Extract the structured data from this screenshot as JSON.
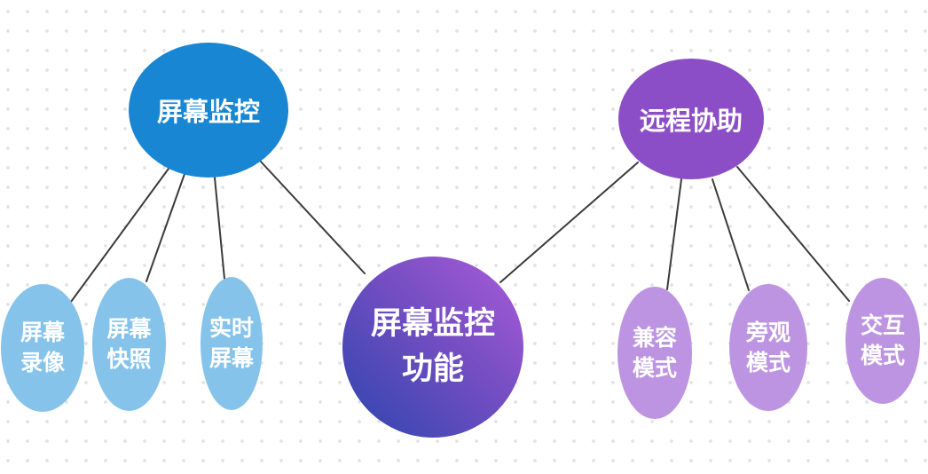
{
  "palette": {
    "branch_left": "#1886d2",
    "branch_left_child": "#85c3eb",
    "branch_right": "#8c4ec6",
    "branch_right_child": "#bd94e2",
    "center_gradient_from": "#2c45ae",
    "center_gradient_to": "#a55ad8",
    "connector_line": "#3b3b3b",
    "background_dot": "#e1e1e5",
    "node_text": "#ffffff"
  },
  "diagram": {
    "type": "mind-map",
    "center_topic": "屏幕监控功能",
    "branches": [
      {
        "topic": "屏幕监控",
        "children": [
          "屏幕录像",
          "屏幕快照",
          "实时屏幕"
        ]
      },
      {
        "topic": "远程协助",
        "children": [
          "兼容模式",
          "旁观模式",
          "交互模式"
        ]
      }
    ]
  },
  "nodes": {
    "center": {
      "line1": "屏幕监控",
      "line2": "功能"
    },
    "screen_monitor": {
      "label": "屏幕监控"
    },
    "remote_assist": {
      "label": "远程协助"
    },
    "screen_record": {
      "line1": "屏幕",
      "line2": "录像"
    },
    "screen_snapshot": {
      "line1": "屏幕",
      "line2": "快照"
    },
    "realtime_screen": {
      "line1": "实时",
      "line2": "屏幕"
    },
    "compat_mode": {
      "line1": "兼容",
      "line2": "模式"
    },
    "observe_mode": {
      "line1": "旁观",
      "line2": "模式"
    },
    "interact_mode": {
      "line1": "交互",
      "line2": "模式"
    }
  }
}
